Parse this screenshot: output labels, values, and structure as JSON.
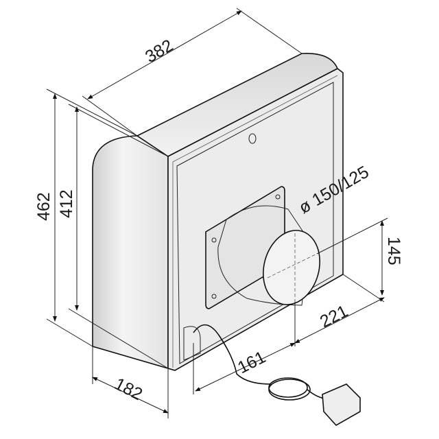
{
  "diagram": {
    "dimensions": {
      "width": "382",
      "total_height": "462",
      "inner_height": "412",
      "depth": "182",
      "cable_offset": "161",
      "outlet_horizontal": "221",
      "outlet_vertical": "145",
      "outlet_diameter": "ø 150/125"
    },
    "colors": {
      "line": "#111111",
      "face": "#ececec",
      "side": "#dcdcdc"
    }
  }
}
